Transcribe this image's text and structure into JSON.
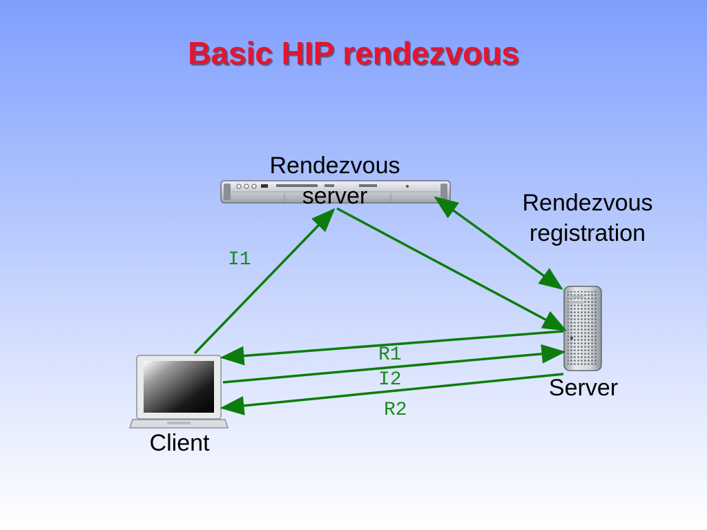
{
  "title": "Basic HIP rendezvous",
  "nodes": {
    "rendezvous_server": "Rendezvous server",
    "rendezvous_server_line1": "Rendezvous",
    "rendezvous_server_line2": "server",
    "client": "Client",
    "server": "Server"
  },
  "annotations": {
    "registration_line1": "Rendezvous",
    "registration_line2": "registration"
  },
  "messages": {
    "i1": "I1",
    "r1": "R1",
    "i2": "I2",
    "r2": "R2"
  },
  "colors": {
    "title": "#e8132e",
    "arrow": "#0c7d0c",
    "message_label": "#1a8a1a"
  },
  "icons": [
    "rack-server-icon",
    "tower-server-icon",
    "laptop-icon"
  ]
}
